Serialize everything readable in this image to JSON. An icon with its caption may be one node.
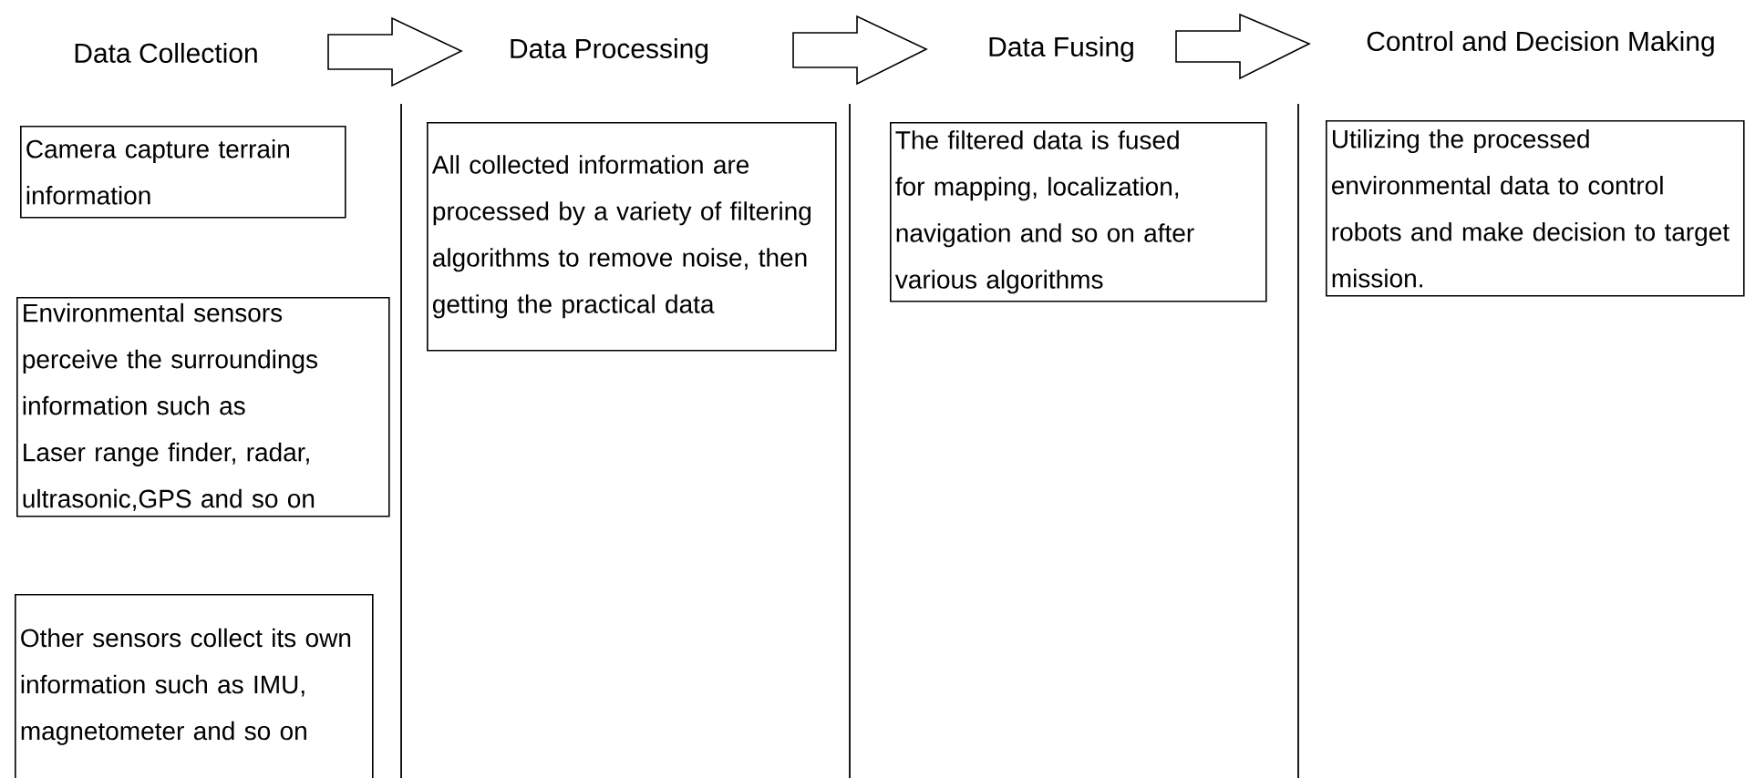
{
  "diagram": {
    "nodes": [
      {
        "text": [
          "Data Collection"
        ]
      },
      {
        "text": [
          "Data Processing"
        ]
      },
      {
        "text": [
          "Data Fusing"
        ]
      },
      {
        "text": [
          "Control and Decision Making"
        ]
      },
      {
        "text": [
          "Camera capture terrain information"
        ]
      },
      {
        "text": [
          "Environmental sensors perceive the surroundings information  such as Laser range finder, radar, ultrasonic,GPS and so on"
        ]
      },
      {
        "text": [
          "Other sensors collect its own information such as IMU, magnetometer and so on"
        ]
      },
      {
        "text": [
          "All collected information are processed by a variety of filtering algorithms to remove noise, then getting the practical data"
        ]
      },
      {
        "text": [
          "The filtered data is fused for mapping, localization, navigation and so on after various algorithms"
        ]
      },
      {
        "text": [
          "Utilizing the processed environmental data to control robots and make decision to target mission."
        ]
      }
    ],
    "edges": [
      {
        "from": 0,
        "to": 1,
        "arrow": "to"
      },
      {
        "from": 1,
        "to": 2,
        "arrow": "to"
      },
      {
        "from": 2,
        "to": 3,
        "arrow": "to"
      }
    ]
  }
}
